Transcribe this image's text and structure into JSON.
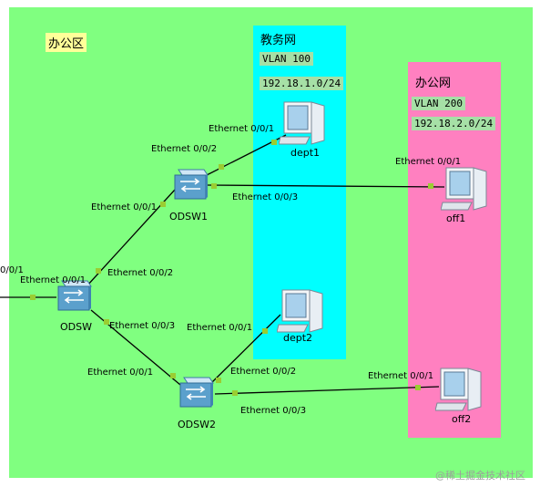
{
  "zones": {
    "office": {
      "title": "办公区",
      "color": "#80ff80"
    },
    "edu": {
      "title": "教务网",
      "vlan": "VLAN 100",
      "subnet": "192.18.1.0/24",
      "color": "#00ffff"
    },
    "off": {
      "title": "办公网",
      "vlan": "VLAN 200",
      "subnet": "192.18.2.0/24",
      "color": "#ff80c0"
    }
  },
  "devices": {
    "odsw": "ODSW",
    "odsw1": "ODSW1",
    "odsw2": "ODSW2",
    "dept1": "dept1",
    "dept2": "dept2",
    "off1": "off1",
    "off2": "off2"
  },
  "ports": {
    "uplink_cut": "0/0/1",
    "odsw_uplink": "Ethernet 0/0/1",
    "odsw_to_sw1": "Ethernet 0/0/2",
    "odsw_to_sw2": "Ethernet 0/0/3",
    "sw1_to_odsw": "Ethernet 0/0/1",
    "sw1_to_dept1": "Ethernet 0/0/2",
    "sw1_to_off1": "Ethernet 0/0/3",
    "dept1_port": "Ethernet 0/0/1",
    "off1_port": "Ethernet 0/0/1",
    "sw2_to_odsw": "Ethernet 0/0/1",
    "sw2_to_dept2": "Ethernet 0/0/2",
    "sw2_to_off2": "Ethernet 0/0/3",
    "dept2_port": "Ethernet 0/0/1",
    "off2_port": "Ethernet 0/0/1"
  },
  "watermark": "@稀土掘金技术社区",
  "colors": {
    "link": "#000000",
    "port_dot": "#9acd32",
    "switch": "#5ba0cc",
    "pc_screen": "#a8d0ec"
  }
}
